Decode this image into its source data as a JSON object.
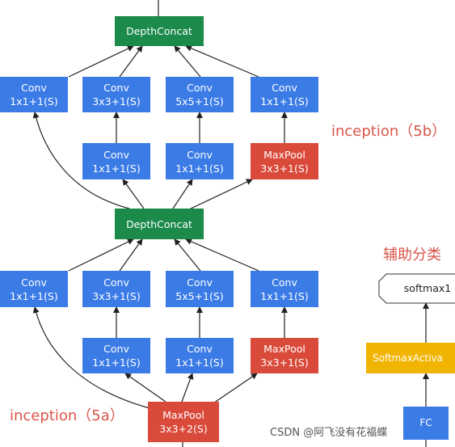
{
  "colors": {
    "conv": "#3b7be6",
    "concat": "#1b8a4a",
    "maxpool": "#d94a3a",
    "activation": "#f1b400",
    "arrow": "#222222",
    "label": "#d9564a"
  },
  "concat_top": "DepthConcat",
  "concat_mid": "DepthConcat",
  "b5": {
    "row1": [
      {
        "l1": "Conv",
        "l2": "1x1+1(S)"
      },
      {
        "l1": "Conv",
        "l2": "3x3+1(S)"
      },
      {
        "l1": "Conv",
        "l2": "5x5+1(S)"
      },
      {
        "l1": "Conv",
        "l2": "1x1+1(S)"
      }
    ],
    "row2": [
      {
        "l1": "Conv",
        "l2": "1x1+1(S)"
      },
      {
        "l1": "Conv",
        "l2": "1x1+1(S)"
      },
      {
        "l1": "MaxPool",
        "l2": "3x3+1(S)"
      }
    ],
    "label": "inception（5b）"
  },
  "a5": {
    "row1": [
      {
        "l1": "Conv",
        "l2": "1x1+1(S)"
      },
      {
        "l1": "Conv",
        "l2": "3x3+1(S)"
      },
      {
        "l1": "Conv",
        "l2": "5x5+1(S)"
      },
      {
        "l1": "Conv",
        "l2": "1x1+1(S)"
      }
    ],
    "row2": [
      {
        "l1": "Conv",
        "l2": "1x1+1(S)"
      },
      {
        "l1": "Conv",
        "l2": "1x1+1(S)"
      },
      {
        "l1": "MaxPool",
        "l2": "3x3+1(S)"
      }
    ],
    "label": "inception（5a）"
  },
  "input_pool": {
    "l1": "MaxPool",
    "l2": "3x3+2(S)"
  },
  "aux": {
    "label": "辅助分类",
    "softmax": "softmax1",
    "activation": "SoftmaxActiva",
    "fc": "FC"
  },
  "watermark": "CSDN @阿飞没有花福蝶"
}
